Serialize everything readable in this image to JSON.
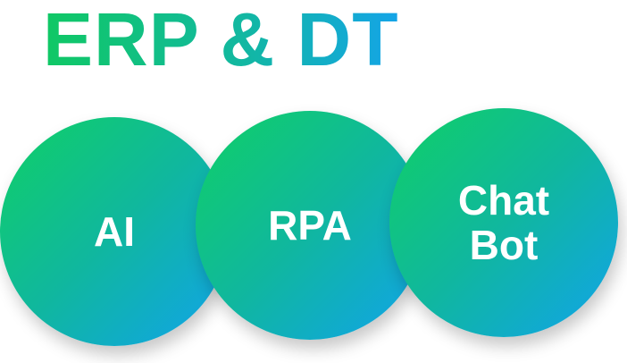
{
  "title": "ERP & DT",
  "circles": [
    {
      "lines": [
        "AI"
      ]
    },
    {
      "lines": [
        "RPA"
      ]
    },
    {
      "lines": [
        "Chat",
        "Bot"
      ]
    }
  ],
  "colors": {
    "gradient_start": "#0fd065",
    "gradient_mid": "#10b79e",
    "gradient_end": "#11a3ec",
    "label_text": "#ffffff",
    "background": "#ffffff"
  }
}
